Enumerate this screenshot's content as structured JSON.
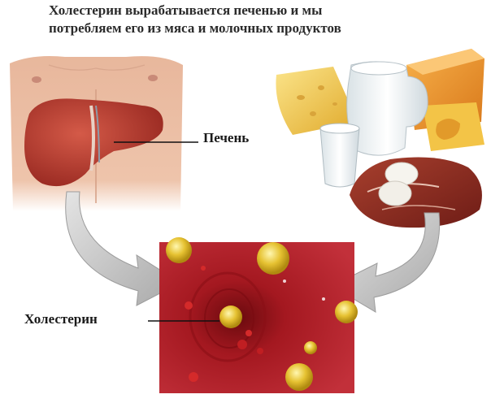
{
  "title_line1": "Холестерин вырабатывается печенью и мы",
  "title_line2": "потребляем его из мяса и молочных продуктов",
  "labels": {
    "liver": "Печень",
    "cholesterol": "Холестерин"
  },
  "colors": {
    "skin": "#e6b49a",
    "liver": "#b4322a",
    "vessel": "#a0141a",
    "arrow": "#c8c8c8",
    "cheese": "#f2c843",
    "milk": "#f4f6f6",
    "meat": "#8c2a20",
    "cholesterol_drop": "#e2c030"
  }
}
